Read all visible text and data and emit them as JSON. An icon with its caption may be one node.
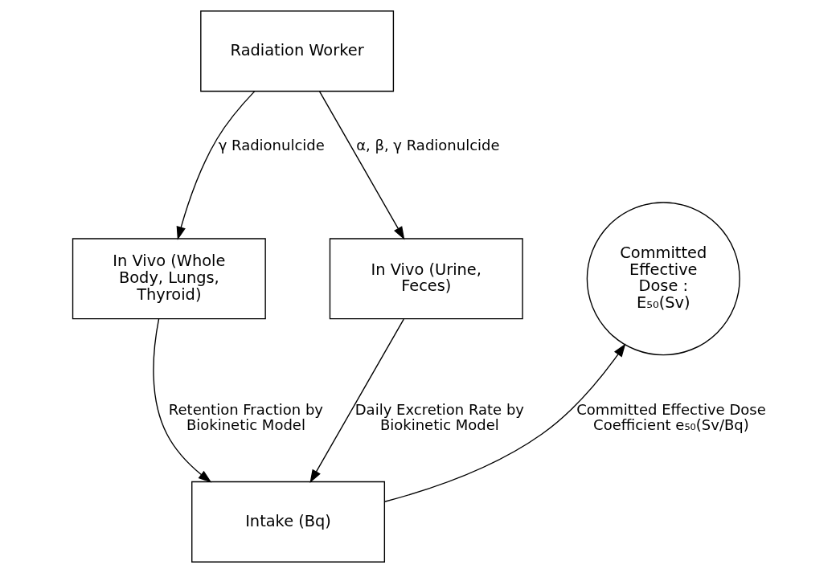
{
  "diagram": {
    "nodes": [
      {
        "text": [
          "Radiation Worker"
        ]
      },
      {
        "text": [
          "In Vivo (Whole Body, Lungs, Thyroid)"
        ]
      },
      {
        "text": [
          "Committed Effective Dose : E₅₀(Sv)"
        ]
      },
      {
        "text": [
          "In Vivo (Urine, Feces)"
        ]
      },
      {
        "text": [
          "Intake (Bq)"
        ]
      }
    ],
    "edges": [
      {
        "from": 0,
        "to": 1,
        "arrow": "to",
        "label": "γ Radionulcide"
      },
      {
        "from": 0,
        "to": 3,
        "arrow": "to",
        "label": "α, β, γ Radionulcide"
      },
      {
        "from": 1,
        "to": 4,
        "arrow": "to",
        "label": "Retention Fraction by Biokinetic Model"
      },
      {
        "from": 3,
        "to": 4,
        "arrow": "to",
        "label": "Daily Excretion Rate by Biokinetic Model"
      },
      {
        "from": 4,
        "to": 2,
        "arrow": "to",
        "label": "Committed Effective Dose Coefficient e₅₀(Sv/Bq)"
      }
    ]
  }
}
